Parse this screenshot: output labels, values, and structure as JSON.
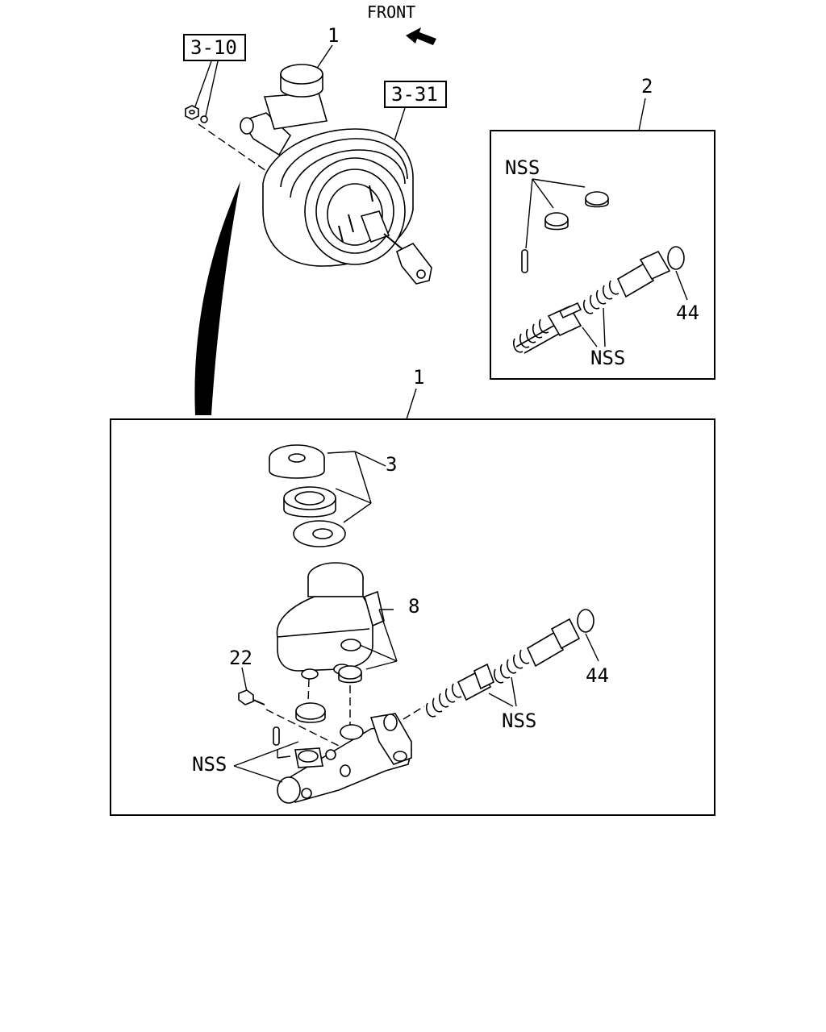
{
  "orientation": {
    "front_label": "FRONT",
    "arrow_icon": "front-arrow-icon"
  },
  "refs": {
    "ref_3_10": "3-10",
    "ref_3_31": "3-31"
  },
  "top_assembly": {
    "callout": "1"
  },
  "kit_box": {
    "callout": "2",
    "nss_caps": "NSS",
    "nss_pistons": "NSS",
    "snap_ring": "44"
  },
  "master_cylinder_box": {
    "callout": "1",
    "cap_set": "3",
    "reservoir": "8",
    "bolt": "22",
    "nss_pins": "NSS",
    "nss_pistons": "NSS",
    "snap_ring": "44"
  }
}
